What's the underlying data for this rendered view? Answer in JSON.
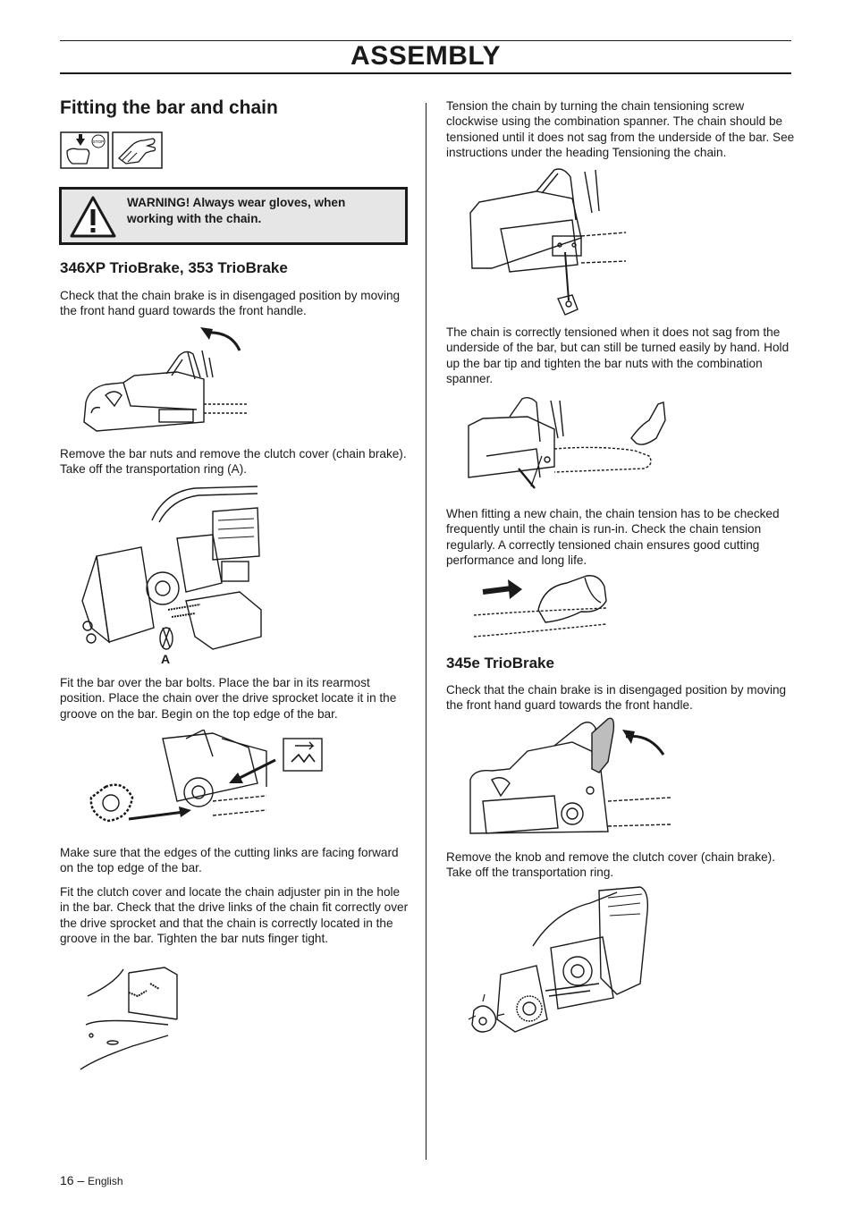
{
  "header": {
    "title": "ASSEMBLY"
  },
  "section": {
    "title": "Fitting the bar and chain"
  },
  "warning": {
    "text": "WARNING! Always wear gloves, when working with the chain."
  },
  "icons": {
    "stop_label": "STOP",
    "icon_names": [
      "stop-switch-icon",
      "glove-icon",
      "warning-triangle-icon"
    ]
  },
  "left": {
    "subheading": "346XP TrioBrake, 353 TrioBrake",
    "p1": "Check that the chain brake is in disengaged position by moving the front hand guard towards the front handle.",
    "p2": "Remove the bar nuts and remove the clutch cover (chain brake). Take off the transportation ring (A).",
    "fig2_label": "A",
    "p3": "Fit the bar over the bar bolts. Place the bar in its rearmost position. Place the chain over the drive sprocket locate it in the groove on the bar. Begin on the top edge of the bar.",
    "p4": "Make sure that the edges of the cutting links are facing forward on the top edge of the bar.",
    "p5": "Fit the clutch cover and locate the chain adjuster pin in the hole in the bar. Check that the drive links of the chain fit correctly over the drive sprocket and that the chain is correctly located in the groove in the bar. Tighten the bar nuts finger tight."
  },
  "right": {
    "p1": "Tension the chain by turning the chain tensioning screw clockwise using the combination spanner. The chain should be tensioned until it does not sag from the underside of the bar. See instructions under the heading Tensioning the chain.",
    "p2": "The chain is correctly tensioned when it does not sag from the underside of the bar, but can still be turned easily by hand. Hold up the bar tip and tighten the bar nuts with the combination spanner.",
    "p3": "When fitting a new chain, the chain tension has to be checked frequently until the chain is run-in. Check the chain tension regularly. A correctly tensioned chain ensures good cutting performance and long life.",
    "subheading": "345e TrioBrake",
    "p4": "Check that the chain brake is in disengaged position by moving the front hand guard towards the front handle.",
    "p5": "Remove the knob and remove the clutch cover (chain brake). Take off the transportation ring."
  },
  "footer": {
    "page": "16",
    "separator": "–",
    "language": "English"
  }
}
